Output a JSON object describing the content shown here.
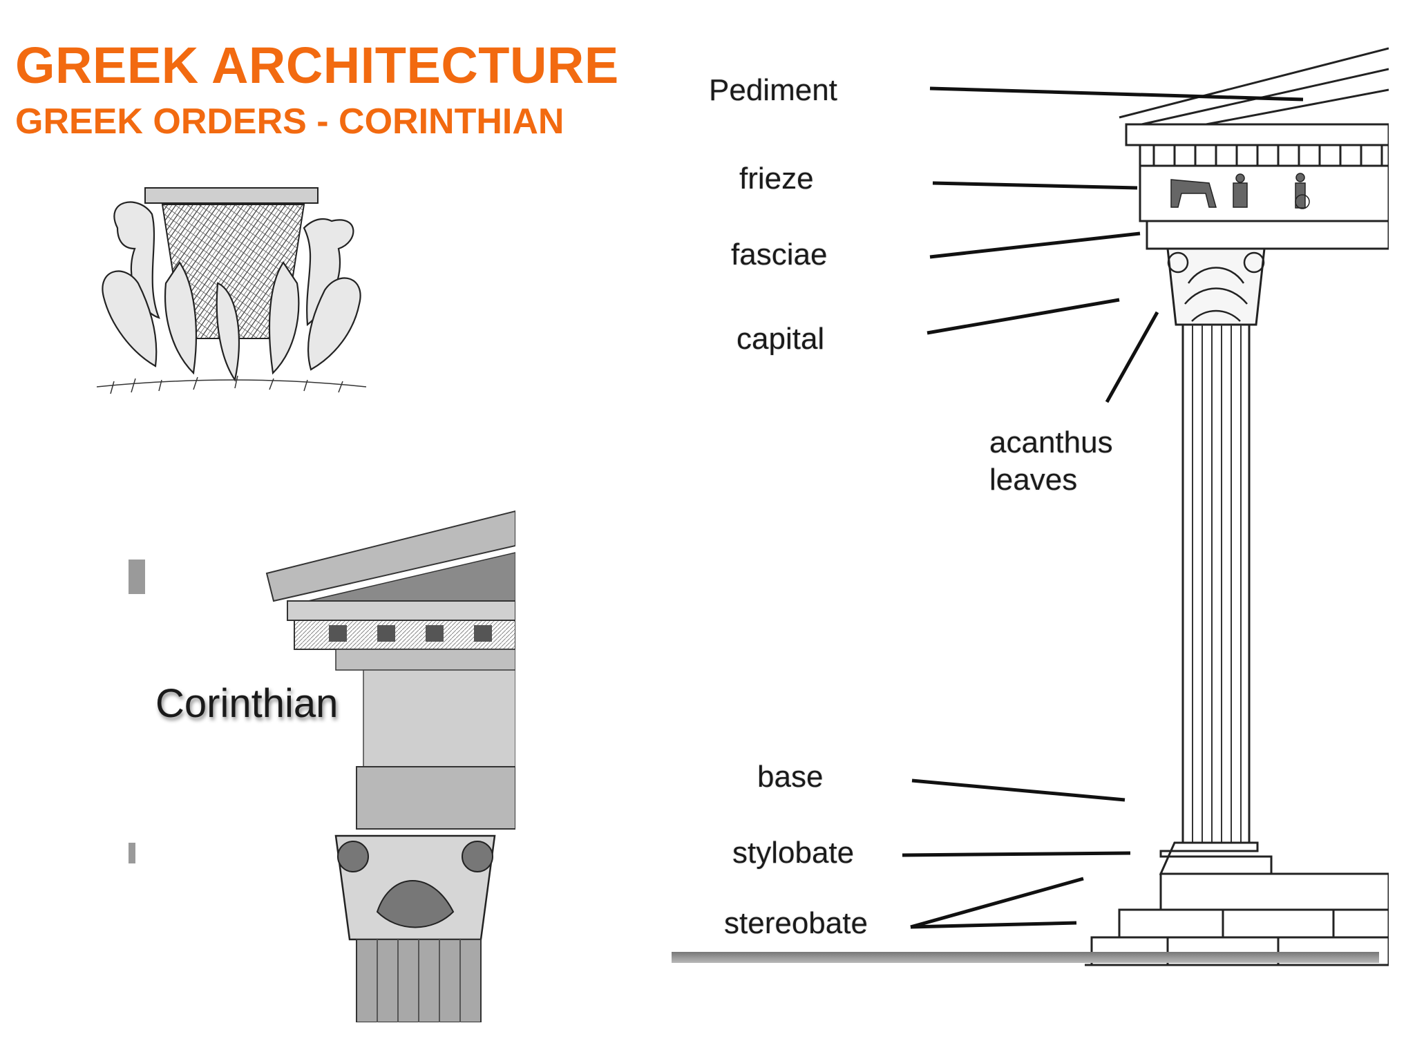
{
  "header": {
    "title": "GREEK ARCHITECTURE",
    "subtitle": "GREEK ORDERS - CORINTHIAN"
  },
  "illustrations": {
    "entablature_caption": "Corinthian"
  },
  "diagram": {
    "labels": {
      "pediment": "Pediment",
      "frieze": "frieze",
      "fasciae": "fasciae",
      "capital": "capital",
      "acanthus": "acanthus leaves",
      "base": "base",
      "stylobate": "stylobate",
      "stereobate": "stereobate"
    }
  },
  "colors": {
    "title": "#f26a10",
    "line_art": "#222222",
    "label_text": "#1a1a1a"
  }
}
